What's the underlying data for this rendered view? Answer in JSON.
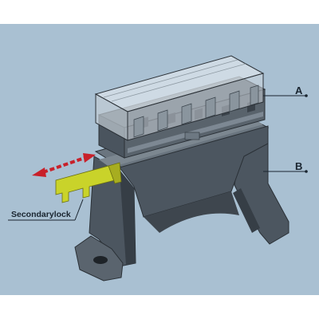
{
  "labels": {
    "cover": "A",
    "base": "B",
    "lock": "Secondarylock"
  },
  "colors": {
    "background": "#a9c0d2",
    "housing": "#4c5660",
    "housing_dark": "#363e46",
    "housing_light": "#6a757f",
    "cover": "#c9d2d8",
    "lock": "#c9d32a",
    "arrow": "#c8202a"
  }
}
